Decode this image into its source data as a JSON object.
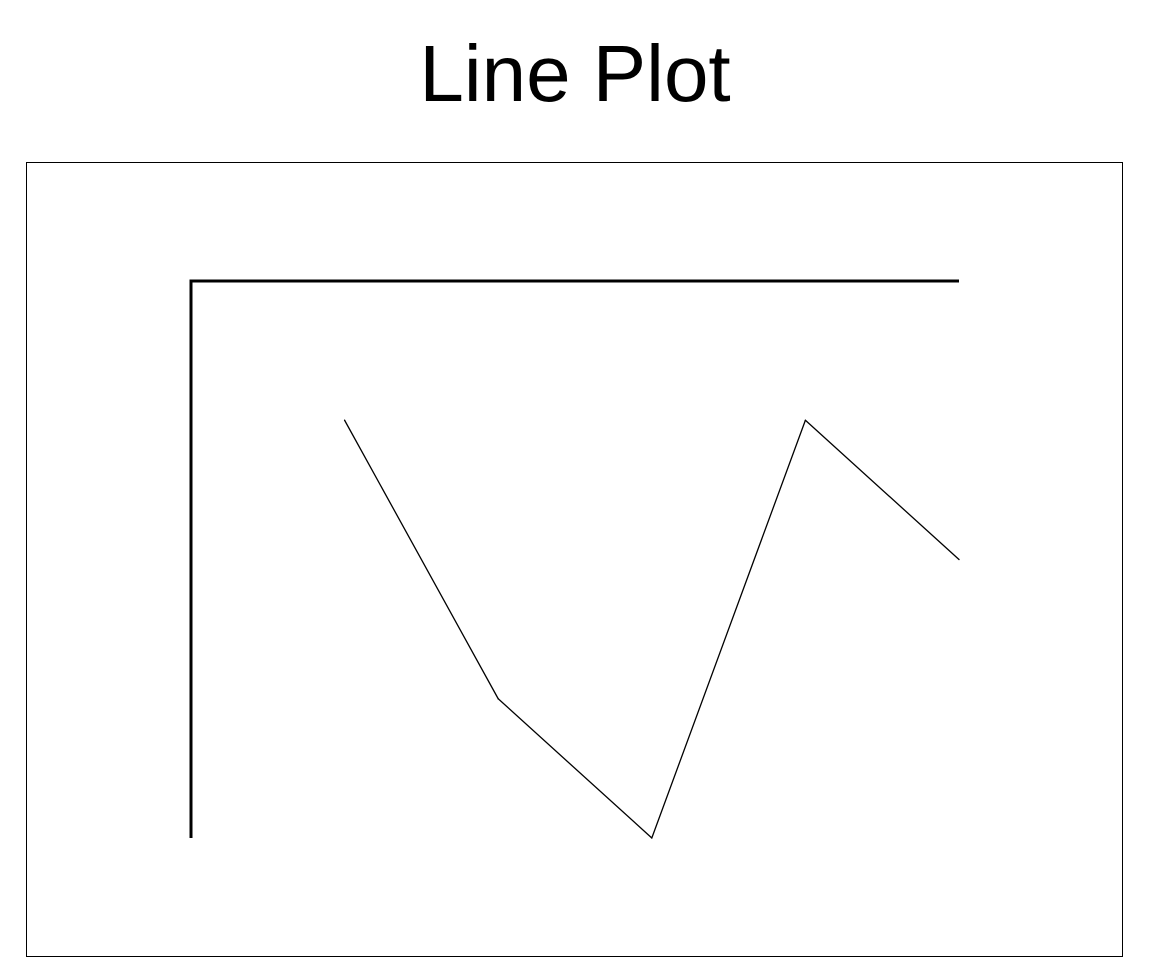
{
  "chart_data": {
    "type": "line",
    "title": "Line Plot",
    "xlabel": "",
    "ylabel": "",
    "x": [
      1,
      2,
      3,
      4,
      5
    ],
    "series": [
      {
        "values": [
          4,
          2,
          1,
          4,
          3
        ]
      }
    ],
    "xlim": [
      0,
      5
    ],
    "ylim": [
      1,
      5
    ],
    "grid": false,
    "axes": "left-and-top",
    "colors": {
      "line": "#000000",
      "axis": "#000000",
      "frame": "#000000"
    }
  }
}
